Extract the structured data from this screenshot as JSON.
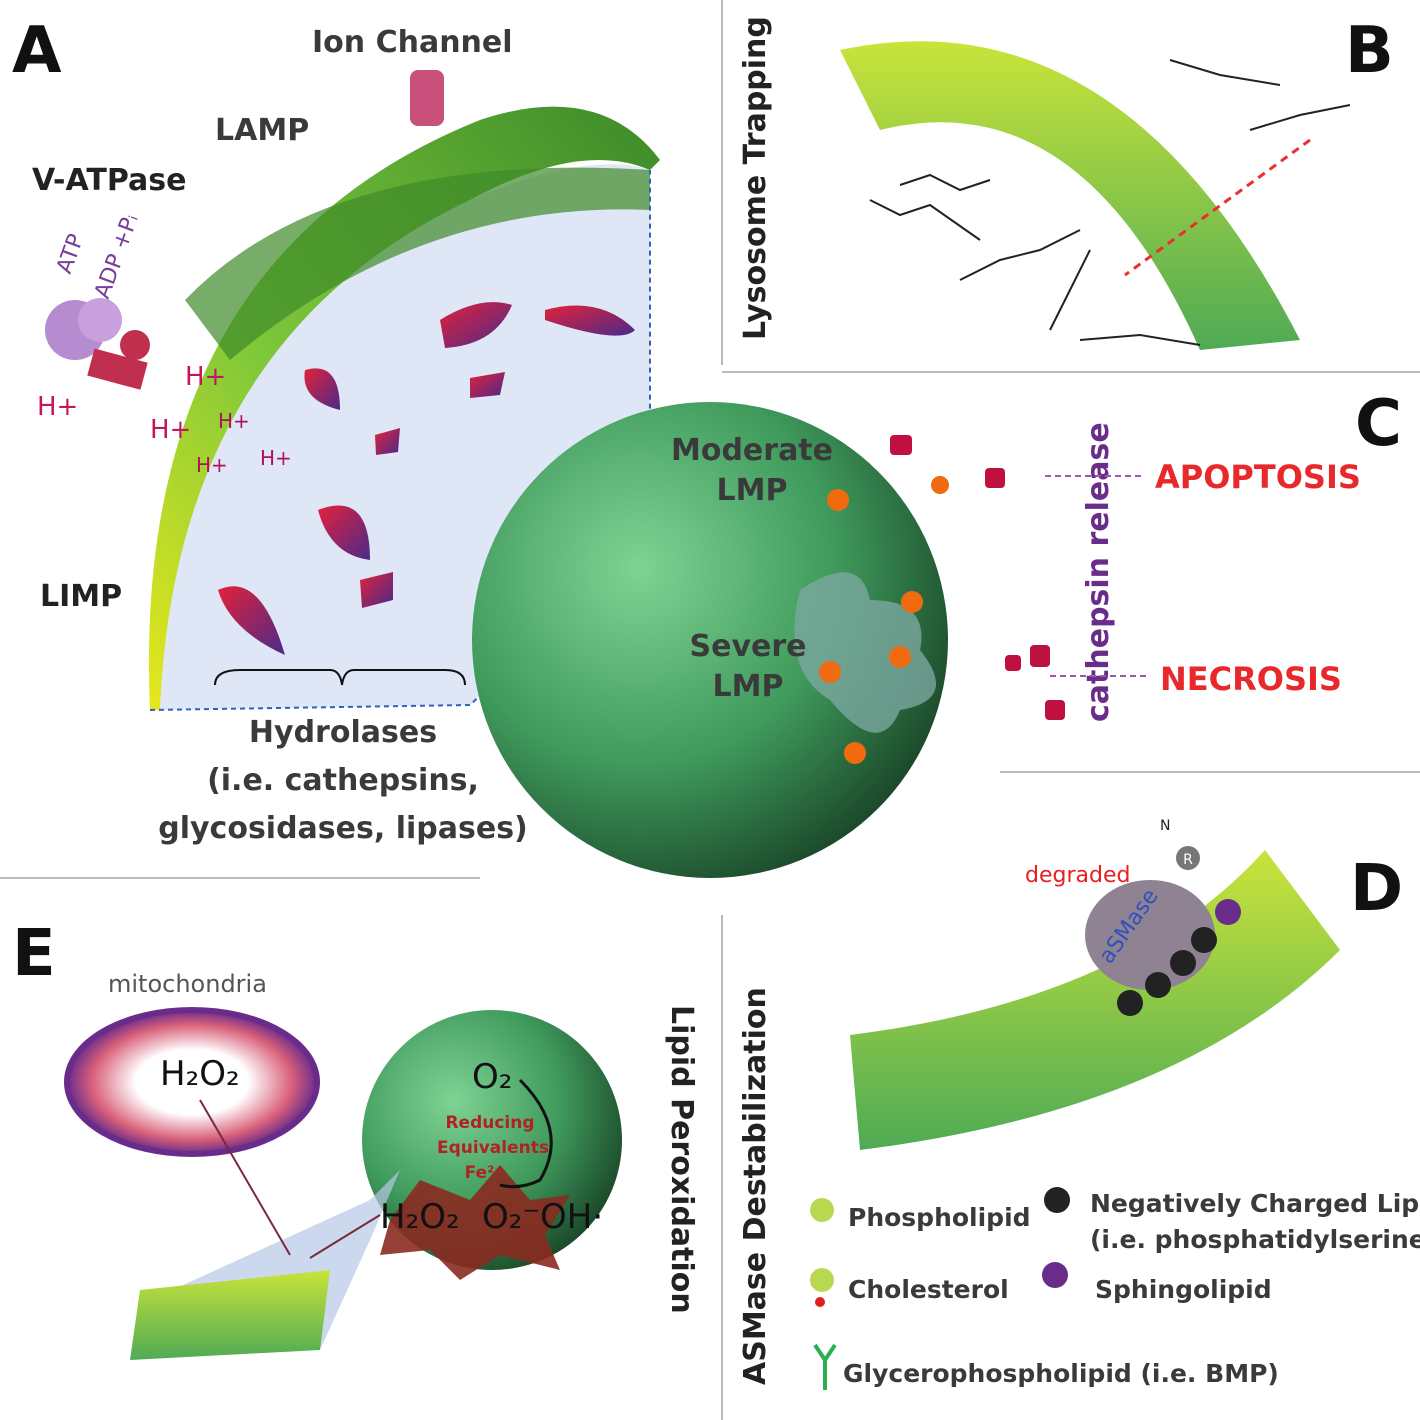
{
  "panels": {
    "A": {
      "letter": "A",
      "ion_channel": "Ion Channel",
      "lamp": "LAMP",
      "v_atpase": "V-ATPase",
      "atp": "ATP",
      "adp": "ADP +Pᵢ",
      "h_plus": "H+",
      "limp": "LIMP",
      "hydrolases": [
        "Hydrolases",
        "(i.e. cathepsins,",
        "glycosidases, lipases)"
      ]
    },
    "B": {
      "letter": "B",
      "title": "Lysosome Trapping"
    },
    "C": {
      "letter": "C",
      "moderate": [
        "Moderate",
        "LMP"
      ],
      "severe": [
        "Severe",
        "LMP"
      ],
      "release": "cathepsin release",
      "apoptosis": "APOPTOSIS",
      "necrosis": "NECROSIS"
    },
    "D": {
      "letter": "D",
      "title": "ASMase Destabilization",
      "degraded": "degraded",
      "asmase": "aSMase",
      "r_label": "R",
      "n_label": "N"
    },
    "E": {
      "letter": "E",
      "title": "Lipid Peroxidation",
      "mitochondria": "mitochondria",
      "h2o2": "H₂O₂",
      "o2": "O₂",
      "reducing": [
        "Reducing",
        "Equivalents",
        "Fe²⁺"
      ],
      "products": [
        "H₂O₂",
        "O₂⁻",
        "OH·"
      ]
    }
  },
  "legend": [
    {
      "label": "Phospholipid"
    },
    {
      "label": "Cholesterol"
    },
    {
      "label": "Glycerophospholipid (i.e. BMP)"
    },
    {
      "label": "Negatively Charged Lipid",
      "label2": "(i.e. phosphatidylserine)"
    },
    {
      "label": "Sphingolipid"
    }
  ],
  "colors": {
    "membrane_green": "#5aa83a",
    "sphere_green": "#3f9a5c",
    "hplus": "#c2185b",
    "outcome_red": "#e8282b",
    "release_purple": "#6a2c8a"
  }
}
